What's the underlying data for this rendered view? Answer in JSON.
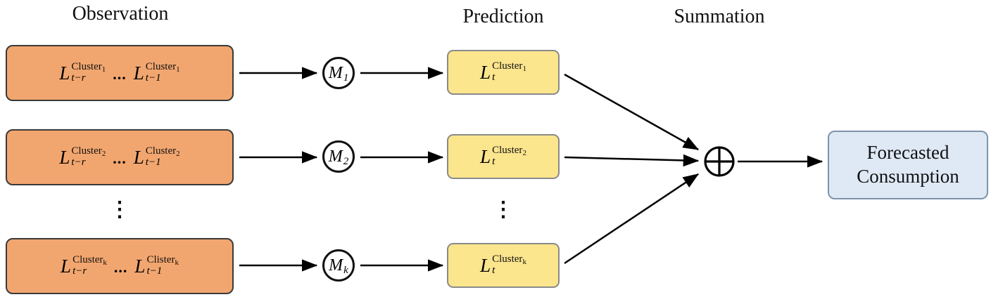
{
  "titles": {
    "observation": "Observation",
    "prediction": "Prediction",
    "summation": "Summation"
  },
  "rows": [
    {
      "obs_first": {
        "base": "L",
        "sub": "t−r",
        "sup": "Cluster",
        "sup_sub": "1"
      },
      "dots": "...",
      "obs_second": {
        "base": "L",
        "sub": "t−1",
        "sup": "Cluster",
        "sup_sub": "1"
      },
      "model": {
        "base": "M",
        "sub": "1"
      },
      "pred": {
        "base": "L",
        "sub": "t",
        "sup": "Cluster",
        "sup_sub": "1"
      }
    },
    {
      "obs_first": {
        "base": "L",
        "sub": "t−r",
        "sup": "Cluster",
        "sup_sub": "2"
      },
      "dots": "...",
      "obs_second": {
        "base": "L",
        "sub": "t−1",
        "sup": "Cluster",
        "sup_sub": "2"
      },
      "model": {
        "base": "M",
        "sub": "2"
      },
      "pred": {
        "base": "L",
        "sub": "t",
        "sup": "Cluster",
        "sup_sub": "2"
      }
    },
    {
      "obs_first": {
        "base": "L",
        "sub": "t−r",
        "sup": "Cluster",
        "sup_sub": "k"
      },
      "dots": "...",
      "obs_second": {
        "base": "L",
        "sub": "t−1",
        "sup": "Clister",
        "sup_sub": "k"
      },
      "model": {
        "base": "M",
        "sub": "k"
      },
      "pred": {
        "base": "L",
        "sub": "t",
        "sup": "Cluster",
        "sup_sub": "k"
      }
    }
  ],
  "ellipsis_observation": "⋮",
  "ellipsis_prediction": "⋮",
  "sum_symbol": "⊕",
  "output_label": "Forecasted Consumption",
  "colors": {
    "observation_box_fill": "#F2A66F",
    "prediction_box_fill": "#FBE58D",
    "output_box_fill": "#DEE9F5",
    "output_box_border": "#7d93ad",
    "arrow": "#000000"
  }
}
